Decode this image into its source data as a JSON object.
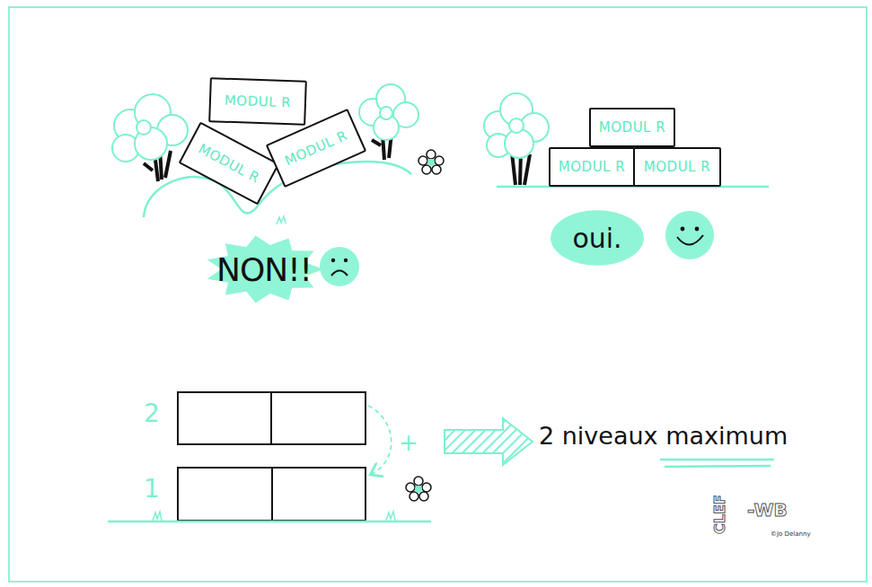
{
  "diagram": {
    "nodes": [
      {
        "text": [
          "MODUL R"
        ]
      },
      {
        "text": [
          "MODUL R"
        ]
      },
      {
        "text": [
          "MODUL R"
        ]
      },
      {
        "text": [
          "NON!!"
        ]
      },
      {
        "text": [
          "MODUL R"
        ]
      },
      {
        "text": [
          "MODUL R"
        ]
      },
      {
        "text": [
          "MODUL R"
        ]
      },
      {
        "text": [
          "oui."
        ]
      }
    ],
    "labels": [
      "2",
      "1",
      "+",
      "2 niveaux maximum",
      "CLEF",
      "-WB",
      "©Jo Delanny"
    ]
  }
}
